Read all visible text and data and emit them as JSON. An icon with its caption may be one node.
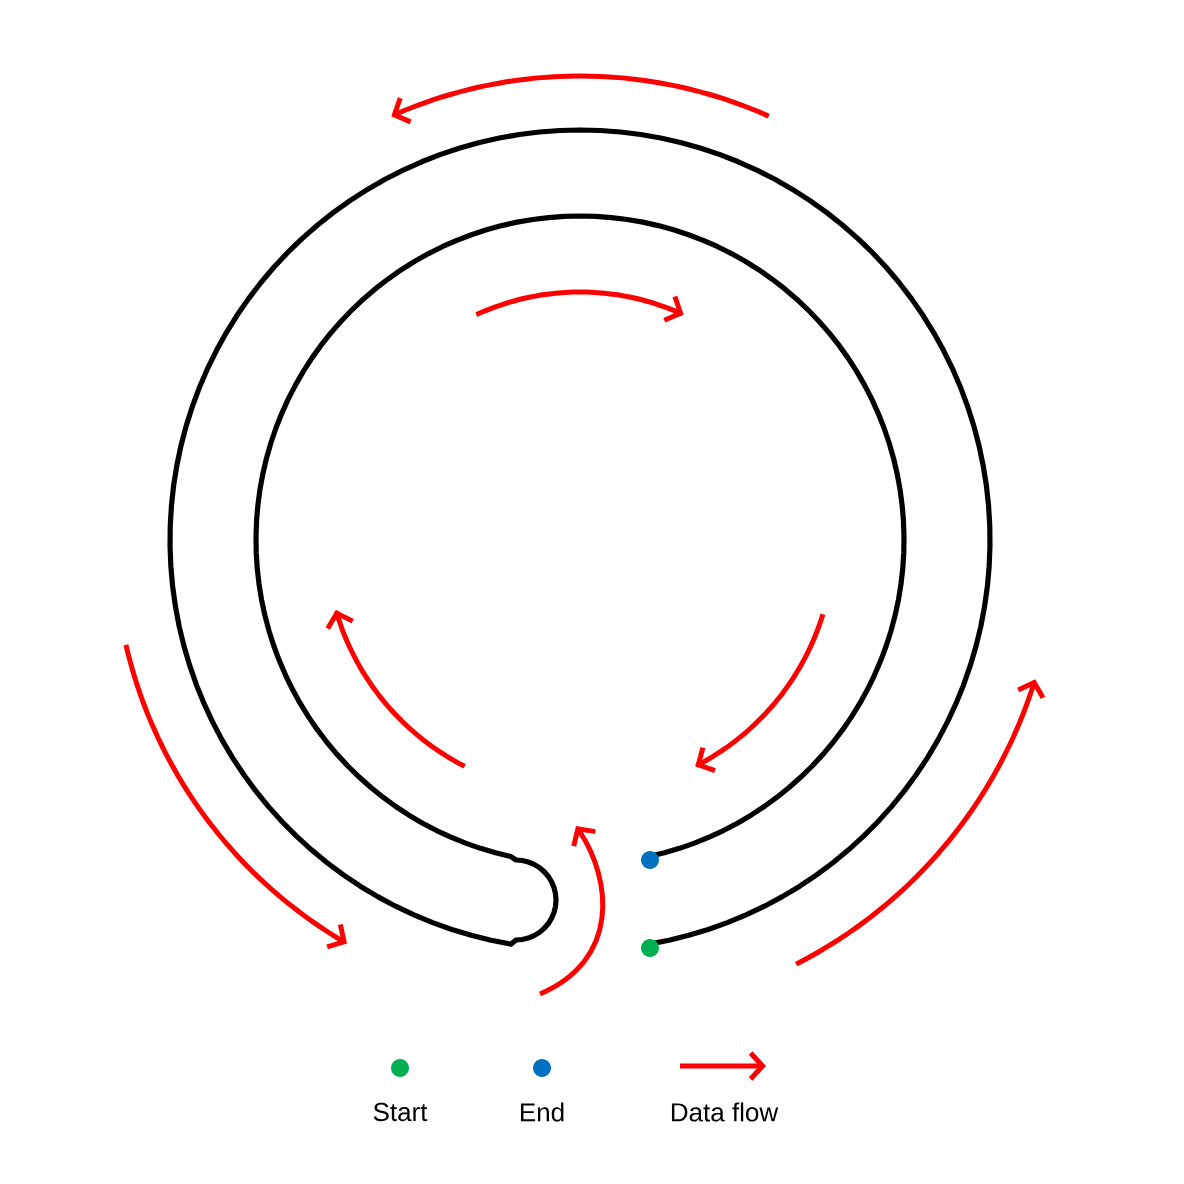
{
  "diagram": {
    "legend": [
      {
        "text": "Start",
        "color": "#00b050"
      },
      {
        "text": "End",
        "color": "#0070c0"
      },
      {
        "text": "Data flow"
      }
    ]
  }
}
